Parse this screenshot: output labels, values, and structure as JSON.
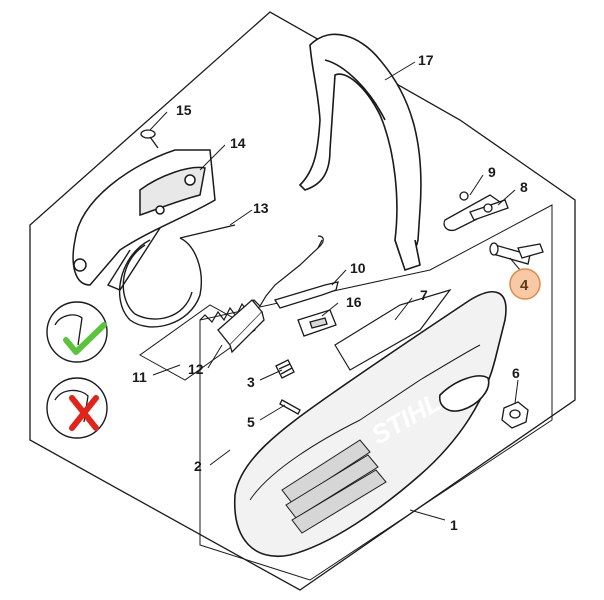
{
  "diagram": {
    "brand_logo_text": "STIHL",
    "callouts": [
      {
        "id": "1",
        "label": "1"
      },
      {
        "id": "2",
        "label": "2"
      },
      {
        "id": "3",
        "label": "3"
      },
      {
        "id": "4",
        "label": "4",
        "highlighted": true
      },
      {
        "id": "5",
        "label": "5"
      },
      {
        "id": "6",
        "label": "6"
      },
      {
        "id": "7",
        "label": "7"
      },
      {
        "id": "8",
        "label": "8"
      },
      {
        "id": "9",
        "label": "9"
      },
      {
        "id": "10",
        "label": "10"
      },
      {
        "id": "11",
        "label": "11"
      },
      {
        "id": "12",
        "label": "12"
      },
      {
        "id": "13",
        "label": "13"
      },
      {
        "id": "14",
        "label": "14"
      },
      {
        "id": "15",
        "label": "15"
      },
      {
        "id": "16",
        "label": "16"
      },
      {
        "id": "17",
        "label": "17"
      }
    ],
    "indicators": [
      {
        "name": "correct-check-icon",
        "color": "#5cc43a"
      },
      {
        "name": "wrong-cross-icon",
        "color": "#e2231a"
      }
    ],
    "colors": {
      "line": "#1a1a1a",
      "highlight_fill": "#f7c9a4",
      "highlight_stroke": "#e08a4a",
      "cover_fill": "#f2f2f2",
      "cover_dark": "#d6d6d6"
    }
  }
}
